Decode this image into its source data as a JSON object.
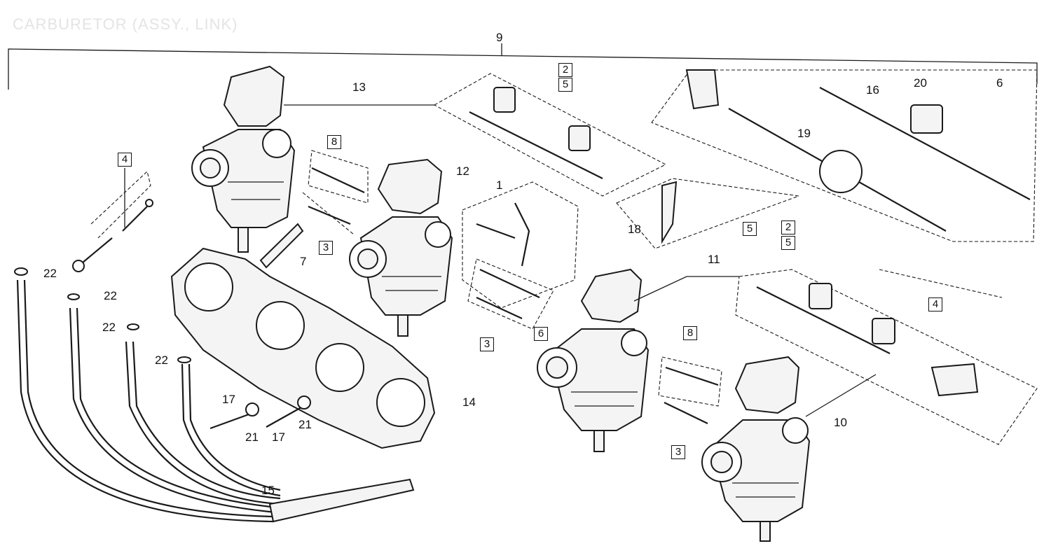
{
  "title": "CARBURETOR (ASSY., LINK)",
  "callouts": {
    "c1": "1",
    "c6": "6",
    "c7": "7",
    "c9": "9",
    "c10": "10",
    "c11": "11",
    "c12": "12",
    "c13": "13",
    "c14": "14",
    "c15": "15",
    "c16": "16",
    "c17a": "17",
    "c17b": "17",
    "c18": "18",
    "c19": "19",
    "c20": "20",
    "c21a": "21",
    "c21b": "21",
    "c22a": "22",
    "c22b": "22",
    "c22c": "22",
    "c22d": "22"
  },
  "boxed": {
    "b4a": "4",
    "b8a": "8",
    "b3a": "3",
    "b2a": "2",
    "b5a": "5",
    "b3b": "3",
    "b6": "6",
    "b5b": "5",
    "b2b": "2",
    "b5c": "5",
    "b4b": "4",
    "b8b": "8",
    "b3c": "3"
  }
}
